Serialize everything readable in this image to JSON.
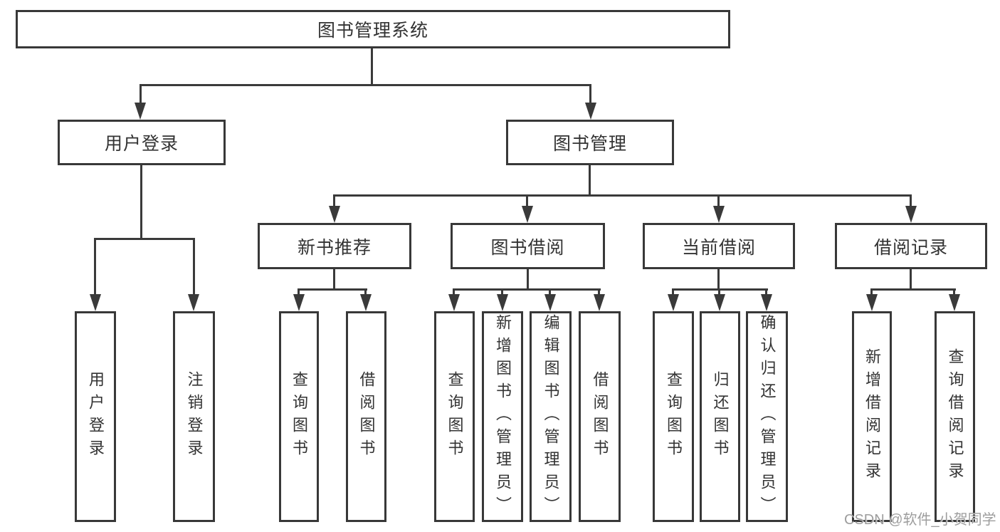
{
  "nodes": {
    "root": "图书管理系统",
    "user_login": "用户登录",
    "book_mgmt": "图书管理",
    "new_book_rec": "新书推荐",
    "book_borrow": "图书借阅",
    "current_borrow": "当前借阅",
    "borrow_records": "借阅记录",
    "leaf_user_login": "用户登录",
    "leaf_logout": "注销登录",
    "leaf_query_books_1": "查询图书",
    "leaf_borrow_books_1": "借阅图书",
    "leaf_query_books_2": "查询图书",
    "leaf_add_books": "新增图书（管理员）",
    "leaf_edit_books": "编辑图书（管理员）",
    "leaf_borrow_books_2": "借阅图书",
    "leaf_query_books_3": "查询图书",
    "leaf_return_books": "归还图书",
    "leaf_confirm_return": "确认归还（管理员）",
    "leaf_add_borrow_record": "新增借阅记录",
    "leaf_query_borrow_record": "查询借阅记录"
  },
  "watermark": "CSDN @软件_小贺同学",
  "colors": {
    "line": "#3a3a3a",
    "text": "#333333",
    "watermark": "#9d9d9d",
    "background": "#ffffff"
  }
}
